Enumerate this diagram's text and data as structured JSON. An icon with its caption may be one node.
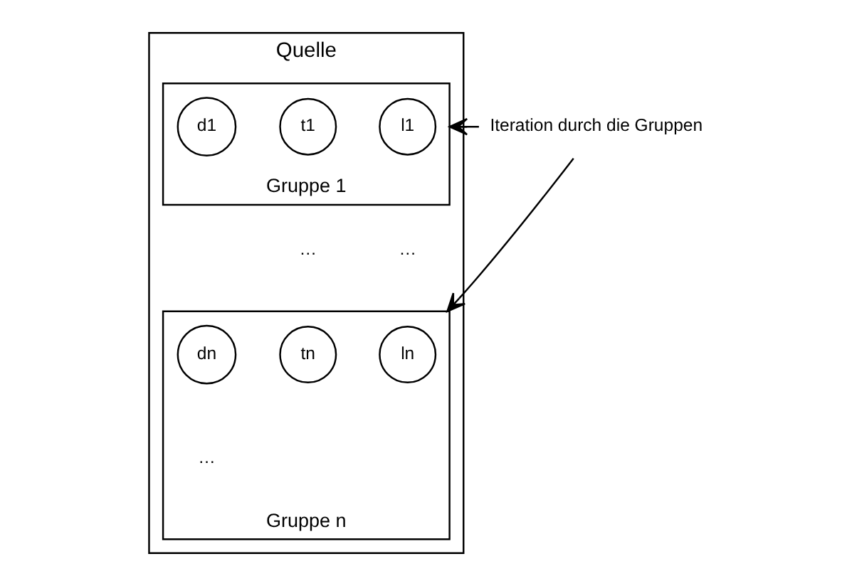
{
  "diagram": {
    "nodes": [
      {
        "text": [
          "Quelle"
        ]
      },
      {
        "text": [
          "Gruppe 1"
        ],
        "in": 0
      },
      {
        "text": [
          "t1"
        ],
        "in": 1
      },
      {
        "text": [
          "l1"
        ],
        "in": 1
      },
      {
        "text": [
          "d1"
        ],
        "in": 1
      },
      {
        "text": [
          "Gruppe n"
        ],
        "in": 0
      },
      {
        "text": [
          "tn"
        ],
        "in": 5
      },
      {
        "text": [
          "ln"
        ],
        "in": 5
      },
      {
        "text": [
          "dn"
        ],
        "in": 5
      },
      {
        "text": [
          "Iteration durch die Gruppen"
        ]
      }
    ],
    "edges": [
      {
        "from": 9,
        "to": 1,
        "arrow": "to"
      },
      {
        "from": 9,
        "to": 5,
        "arrow": "to"
      }
    ],
    "labels": [
      "…",
      "…",
      "…"
    ]
  }
}
